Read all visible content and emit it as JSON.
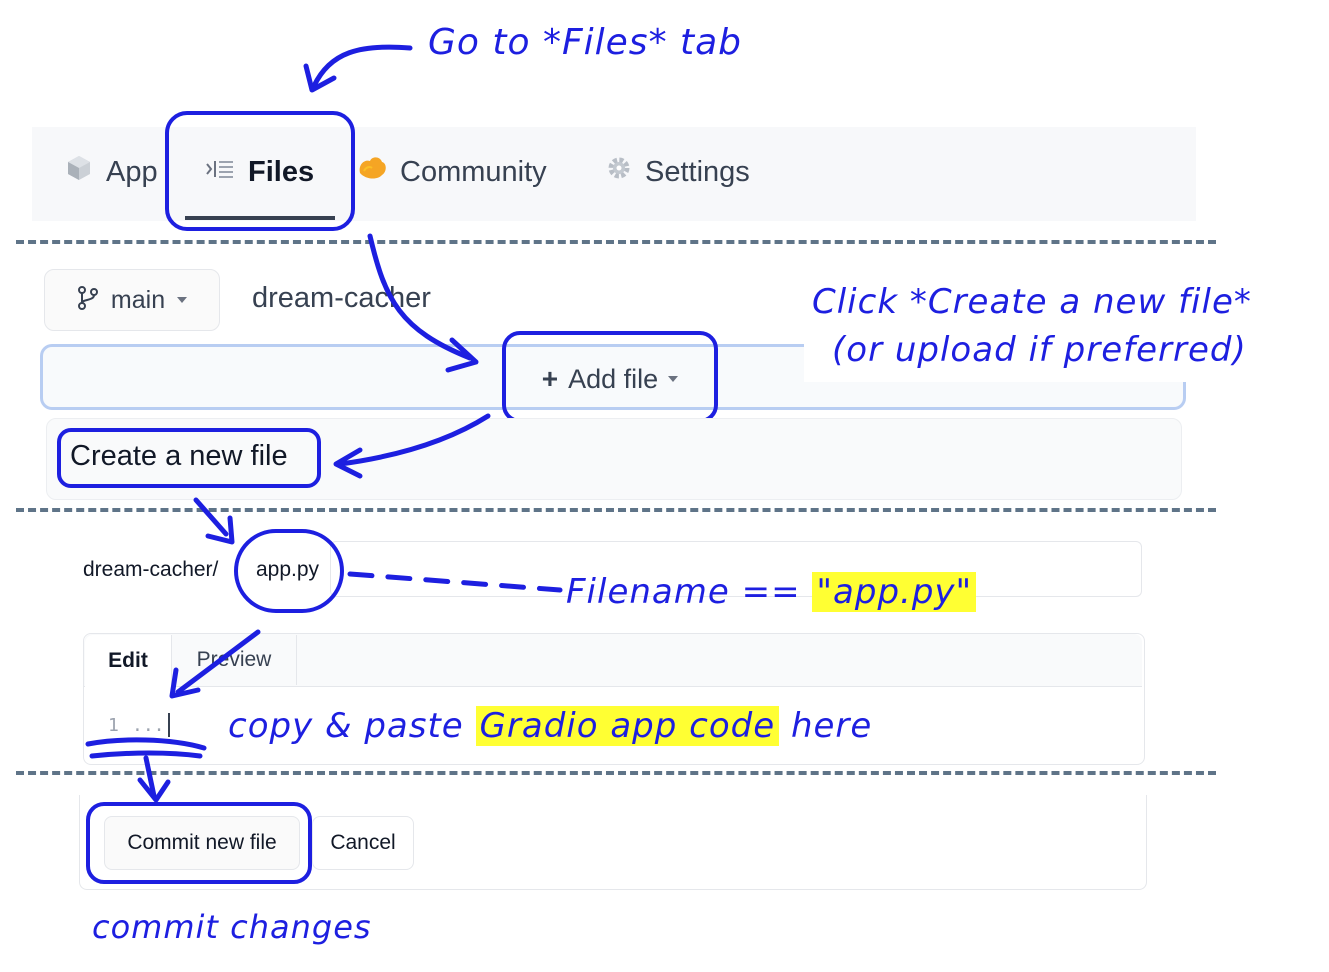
{
  "annotations": {
    "go_to_files": "Go to *Files* tab",
    "click_create_line1": "Click *Create a new file*",
    "click_create_line2": "(or upload if preferred)",
    "filename_prefix": "Filename ==",
    "filename_value": "\"app.py\"",
    "copy_prefix": "copy & paste",
    "copy_highlight": "Gradio app code",
    "copy_suffix": "here",
    "commit": "commit changes"
  },
  "tabs": [
    {
      "label": "App",
      "icon": "cube-icon"
    },
    {
      "label": "Files",
      "icon": "files-icon",
      "active": true
    },
    {
      "label": "Community",
      "icon": "community-icon"
    },
    {
      "label": "Settings",
      "icon": "gear-icon"
    }
  ],
  "repo": {
    "branch": "main",
    "name": "dream-cacher",
    "add_file": "Add file",
    "create_new_file": "Create a new file"
  },
  "new_file": {
    "path_prefix": "dream-cacher/",
    "filename": "app.py",
    "edit_tab": "Edit",
    "preview_tab": "Preview",
    "line_number": "1",
    "line_content": "..."
  },
  "commit": {
    "commit_button": "Commit new file",
    "cancel_button": "Cancel"
  },
  "colors": {
    "annotation": "#1d1fe0",
    "highlight": "#ffff33",
    "divider": "#5f7488"
  }
}
